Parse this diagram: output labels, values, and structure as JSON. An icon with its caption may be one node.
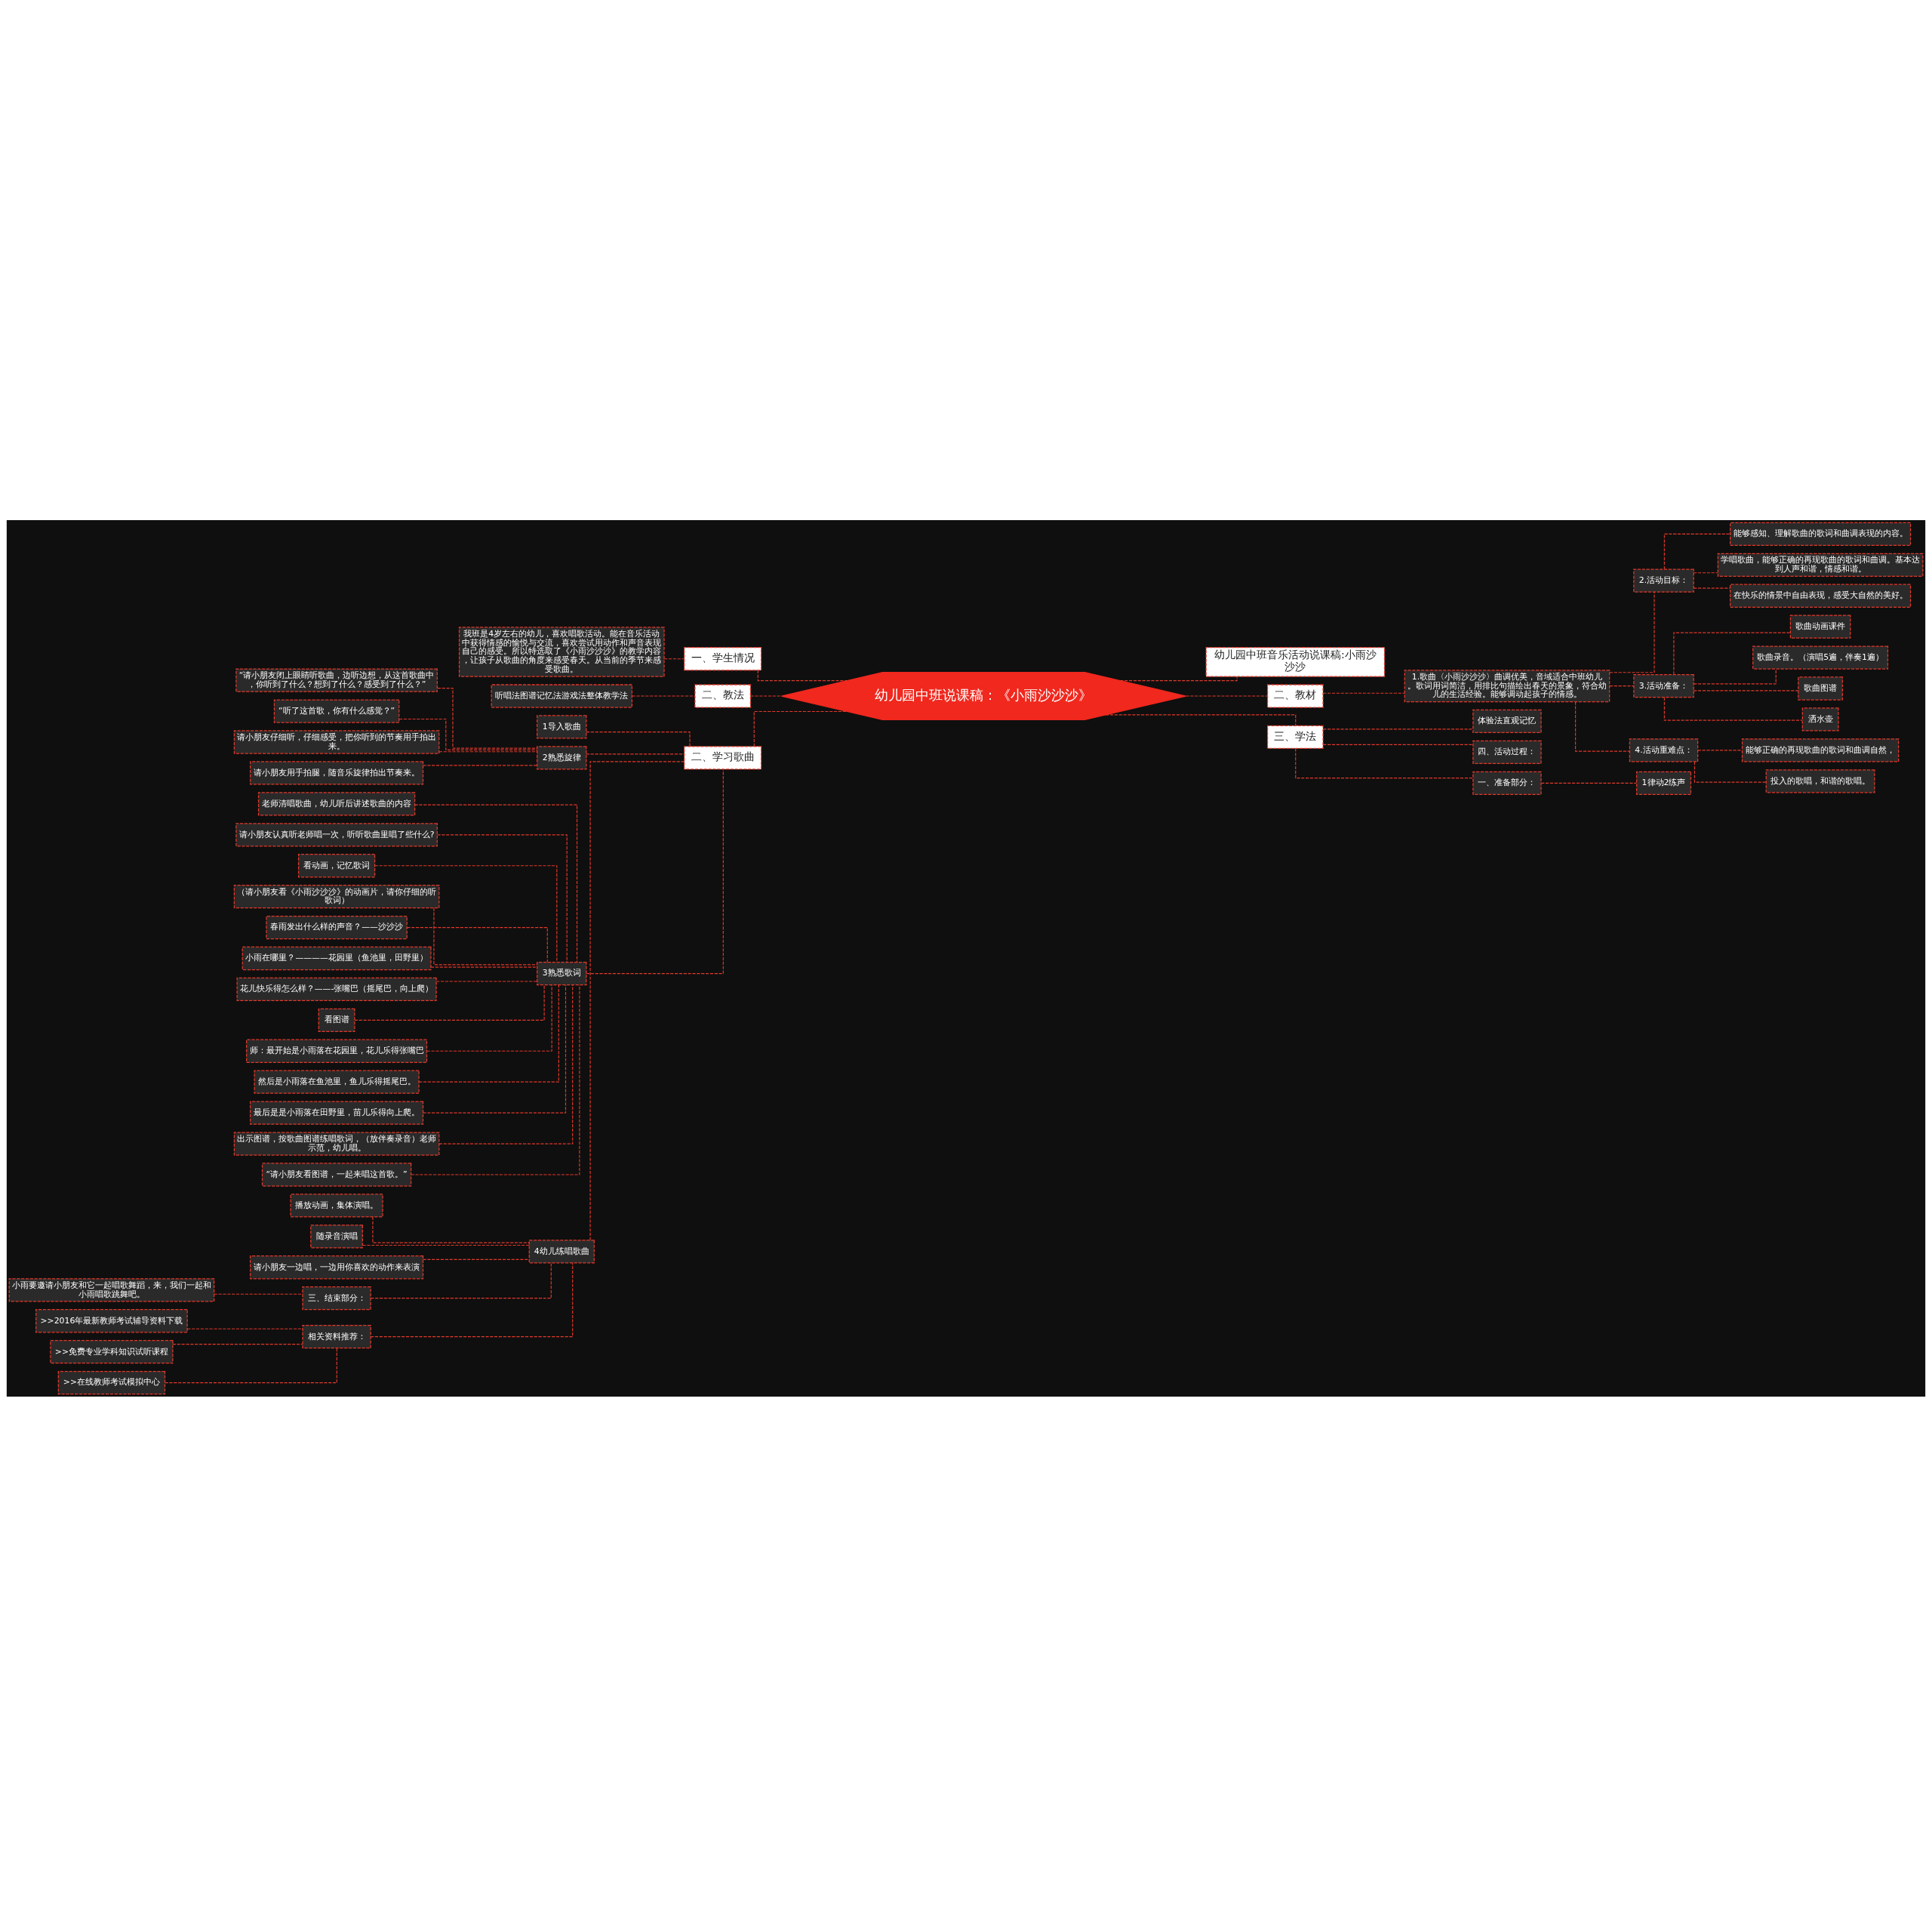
{
  "diagram": {
    "nodes": [
      {
        "text": [
          "幼儿园中班说课稿：《小雨沙沙沙》"
        ]
      },
      {
        "text": [
          "一、学生情况"
        ]
      },
      {
        "text": [
          "我班是4岁左右的幼儿，喜欢唱歌活动。能在音乐活动中获得情感的愉悦与交流，喜欢尝试用动作和声音表现自己的感受。所以特选取了《小雨沙沙沙》的教学内容，让孩子从歌曲的角度来感受春天。从当前的季节来感受歌曲。"
        ]
      },
      {
        "text": [
          "二、教法"
        ]
      },
      {
        "text": [
          "听唱法图谱记忆法游戏法整体教学法"
        ]
      },
      {
        "text": [
          "二、学习歌曲"
        ]
      },
      {
        "text": [
          "1导入歌曲"
        ]
      },
      {
        "text": [
          "2熟悉旋律"
        ]
      },
      {
        "text": [
          "“请小朋友闭上眼睛听歌曲，边听边想，从这首歌曲中，你听到了什么？想到了什么？感受到了什么？”"
        ]
      },
      {
        "text": [
          "“听了这首歌，你有什么感觉？”"
        ]
      },
      {
        "text": [
          "请小朋友仔细听，仔细感受，把你听到的节奏用手拍出来。"
        ]
      },
      {
        "text": [
          "请小朋友用手拍腿，随音乐旋律拍出节奏来。"
        ]
      },
      {
        "text": [
          "3熟悉歌词"
        ]
      },
      {
        "text": [
          "老师清唱歌曲，幼儿听后讲述歌曲的内容"
        ]
      },
      {
        "text": [
          "请小朋友认真听老师唱一次，听听歌曲里唱了些什么?"
        ]
      },
      {
        "text": [
          "看动画，记忆歌词"
        ]
      },
      {
        "text": [
          "（请小朋友看《小雨沙沙沙》的动画片，请你仔细的听歌词）"
        ]
      },
      {
        "text": [
          "春雨发出什么样的声音？——沙沙沙"
        ]
      },
      {
        "text": [
          "小雨在哪里？————花园里（鱼池里，田野里）"
        ]
      },
      {
        "text": [
          "花儿快乐得怎么样？——-张嘴巴（摇尾巴，向上爬）"
        ]
      },
      {
        "text": [
          "看图谱"
        ]
      },
      {
        "text": [
          "师：最开始是小雨落在花园里，花儿乐得张嘴巴"
        ]
      },
      {
        "text": [
          "然后是小雨落在鱼池里，鱼儿乐得摇尾巴。"
        ]
      },
      {
        "text": [
          "最后是是小雨落在田野里，苗儿乐得向上爬。"
        ]
      },
      {
        "text": [
          "出示图谱，按歌曲图谱练唱歌词，（放伴奏录音）老师示范，幼儿唱。"
        ]
      },
      {
        "text": [
          "“请小朋友看图谱，一起来唱这首歌。”"
        ]
      },
      {
        "text": [
          "4幼儿练唱歌曲"
        ]
      },
      {
        "text": [
          "播放动画，集体演唱。"
        ]
      },
      {
        "text": [
          "随录音演唱"
        ]
      },
      {
        "text": [
          "请小朋友一边唱，一边用你喜欢的动作来表演"
        ]
      },
      {
        "text": [
          "三、结束部分："
        ]
      },
      {
        "text": [
          "小雨要邀请小朋友和它一起唱歌舞蹈，来，我们一起和小雨唱歌跳舞吧。"
        ]
      },
      {
        "text": [
          "相关资料推荐："
        ]
      },
      {
        "text": [
          ">>2016年最新教师考试辅导资料下载"
        ]
      },
      {
        "text": [
          ">>免费专业学科知识试听课程"
        ]
      },
      {
        "text": [
          ">>在线教师考试模拟中心"
        ]
      },
      {
        "text": [
          "幼儿园中班音乐活动说课稿:小雨沙沙沙"
        ]
      },
      {
        "text": [
          "二、教材"
        ]
      },
      {
        "text": [
          "1.歌曲〈小雨沙沙沙〉曲调优美，音域适合中班幼儿。歌词用词简洁，用排比句描绘出春天的景象，符合幼儿的生活经验。能够调动起孩子的情感。"
        ]
      },
      {
        "text": [
          "2.活动目标："
        ]
      },
      {
        "text": [
          "能够感知、理解歌曲的歌词和曲调表现的内容。"
        ]
      },
      {
        "text": [
          "学唱歌曲，能够正确的再现歌曲的歌词和曲调。基本达到人声和谐，情感和谐。"
        ]
      },
      {
        "text": [
          "在快乐的情景中自由表现，感受大自然的美好。"
        ]
      },
      {
        "text": [
          "3.活动准备："
        ]
      },
      {
        "text": [
          "歌曲动画课件"
        ]
      },
      {
        "text": [
          "歌曲录音。（演唱5遍，伴奏1遍）"
        ]
      },
      {
        "text": [
          "歌曲图谱"
        ]
      },
      {
        "text": [
          "洒水壶"
        ]
      },
      {
        "text": [
          "4.活动重难点："
        ]
      },
      {
        "text": [
          "能够正确的再现歌曲的歌词和曲调自然，"
        ]
      },
      {
        "text": [
          "投入的歌唱，和谐的歌唱。"
        ]
      },
      {
        "text": [
          "三、学法"
        ]
      },
      {
        "text": [
          "体验法直观记忆"
        ]
      },
      {
        "text": [
          "四、活动过程："
        ]
      },
      {
        "text": [
          "一、准备部分："
        ]
      },
      {
        "text": [
          "1律动2练声"
        ]
      }
    ],
    "edges": [
      {
        "from": 0,
        "to": 1,
        "arrow": "none",
        "style": "dashed"
      },
      {
        "from": 1,
        "to": 2,
        "arrow": "none",
        "style": "dashed"
      },
      {
        "from": 0,
        "to": 3,
        "arrow": "none",
        "style": "dashed"
      },
      {
        "from": 3,
        "to": 4,
        "arrow": "none",
        "style": "dashed"
      },
      {
        "from": 0,
        "to": 5,
        "arrow": "none",
        "style": "dashed"
      },
      {
        "from": 5,
        "to": 6,
        "arrow": "none",
        "style": "dashed"
      },
      {
        "from": 5,
        "to": 7,
        "arrow": "none",
        "style": "dashed"
      },
      {
        "from": 7,
        "to": 8,
        "arrow": "none",
        "style": "dashed"
      },
      {
        "from": 7,
        "to": 9,
        "arrow": "none",
        "style": "dashed"
      },
      {
        "from": 7,
        "to": 10,
        "arrow": "none",
        "style": "dashed"
      },
      {
        "from": 7,
        "to": 11,
        "arrow": "none",
        "style": "dashed"
      },
      {
        "from": 5,
        "to": 12,
        "arrow": "none",
        "style": "dashed"
      },
      {
        "from": 12,
        "to": 13,
        "arrow": "none",
        "style": "dashed"
      },
      {
        "from": 12,
        "to": 14,
        "arrow": "none",
        "style": "dashed"
      },
      {
        "from": 12,
        "to": 15,
        "arrow": "none",
        "style": "dashed"
      },
      {
        "from": 12,
        "to": 16,
        "arrow": "none",
        "style": "dashed"
      },
      {
        "from": 12,
        "to": 17,
        "arrow": "none",
        "style": "dashed"
      },
      {
        "from": 12,
        "to": 18,
        "arrow": "none",
        "style": "dashed"
      },
      {
        "from": 12,
        "to": 19,
        "arrow": "none",
        "style": "dashed"
      },
      {
        "from": 12,
        "to": 20,
        "arrow": "none",
        "style": "dashed"
      },
      {
        "from": 12,
        "to": 21,
        "arrow": "none",
        "style": "dashed"
      },
      {
        "from": 12,
        "to": 22,
        "arrow": "none",
        "style": "dashed"
      },
      {
        "from": 12,
        "to": 23,
        "arrow": "none",
        "style": "dashed"
      },
      {
        "from": 12,
        "to": 24,
        "arrow": "none",
        "style": "dashed"
      },
      {
        "from": 12,
        "to": 25,
        "arrow": "none",
        "style": "dashed"
      },
      {
        "from": 5,
        "to": 26,
        "arrow": "none",
        "style": "dashed"
      },
      {
        "from": 26,
        "to": 27,
        "arrow": "none",
        "style": "dashed"
      },
      {
        "from": 26,
        "to": 28,
        "arrow": "none",
        "style": "dashed"
      },
      {
        "from": 26,
        "to": 29,
        "arrow": "none",
        "style": "dashed"
      },
      {
        "from": 26,
        "to": 30,
        "arrow": "none",
        "style": "dashed"
      },
      {
        "from": 30,
        "to": 31,
        "arrow": "none",
        "style": "dashed"
      },
      {
        "from": 26,
        "to": 32,
        "arrow": "none",
        "style": "dashed"
      },
      {
        "from": 32,
        "to": 33,
        "arrow": "none",
        "style": "dashed"
      },
      {
        "from": 32,
        "to": 34,
        "arrow": "none",
        "style": "dashed"
      },
      {
        "from": 32,
        "to": 35,
        "arrow": "none",
        "style": "dashed"
      },
      {
        "from": 0,
        "to": 36,
        "arrow": "none",
        "style": "dashed"
      },
      {
        "from": 0,
        "to": 37,
        "arrow": "none",
        "style": "dashed"
      },
      {
        "from": 37,
        "to": 38,
        "arrow": "none",
        "style": "dashed"
      },
      {
        "from": 38,
        "to": 39,
        "arrow": "none",
        "style": "dashed"
      },
      {
        "from": 39,
        "to": 40,
        "arrow": "none",
        "style": "dashed"
      },
      {
        "from": 39,
        "to": 41,
        "arrow": "none",
        "style": "dashed"
      },
      {
        "from": 39,
        "to": 42,
        "arrow": "none",
        "style": "dashed"
      },
      {
        "from": 38,
        "to": 43,
        "arrow": "none",
        "style": "dashed"
      },
      {
        "from": 43,
        "to": 44,
        "arrow": "none",
        "style": "dashed"
      },
      {
        "from": 43,
        "to": 45,
        "arrow": "none",
        "style": "dashed"
      },
      {
        "from": 43,
        "to": 46,
        "arrow": "none",
        "style": "dashed"
      },
      {
        "from": 43,
        "to": 47,
        "arrow": "none",
        "style": "dashed"
      },
      {
        "from": 38,
        "to": 48,
        "arrow": "none",
        "style": "dashed"
      },
      {
        "from": 48,
        "to": 49,
        "arrow": "none",
        "style": "dashed"
      },
      {
        "from": 48,
        "to": 50,
        "arrow": "none",
        "style": "dashed"
      },
      {
        "from": 0,
        "to": 51,
        "arrow": "none",
        "style": "dashed"
      },
      {
        "from": 51,
        "to": 52,
        "arrow": "none",
        "style": "dashed"
      },
      {
        "from": 51,
        "to": 53,
        "arrow": "none",
        "style": "dashed"
      },
      {
        "from": 51,
        "to": 54,
        "arrow": "none",
        "style": "dashed"
      },
      {
        "from": 54,
        "to": 55,
        "arrow": "none",
        "style": "dashed"
      }
    ]
  }
}
